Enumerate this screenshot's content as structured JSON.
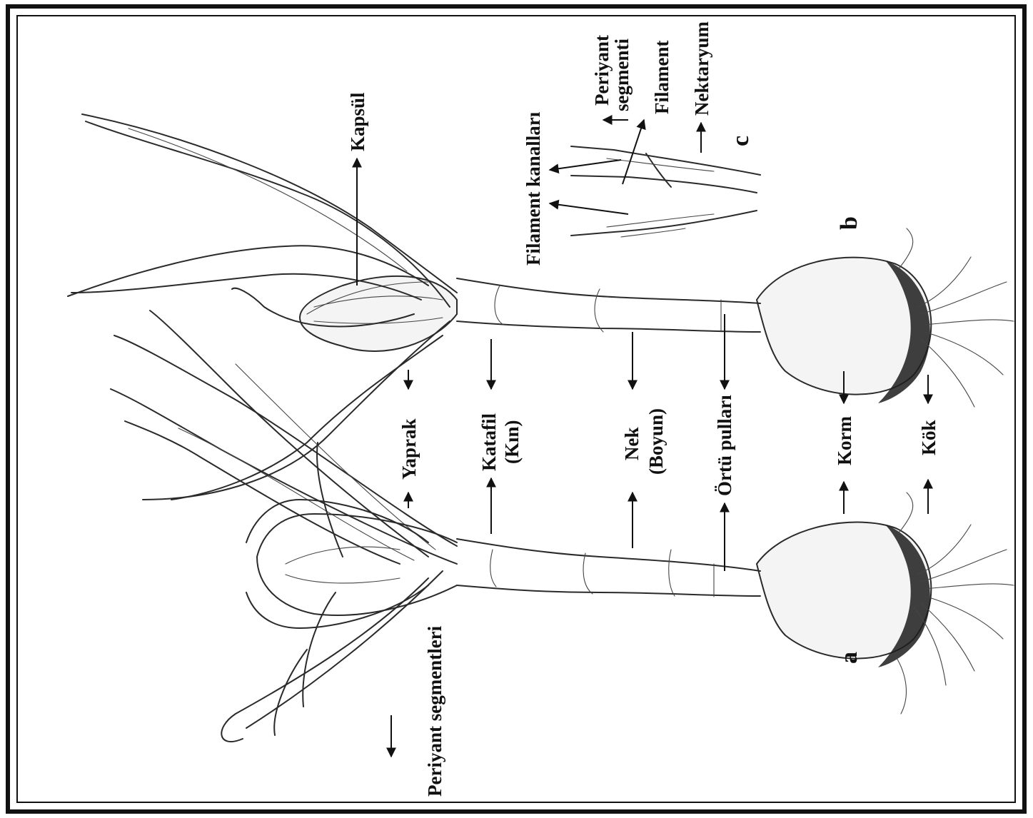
{
  "figure": {
    "panel_labels": {
      "a": "a",
      "b": "b",
      "c": "c"
    },
    "labels": {
      "periyant_segmentleri": "Periyant segmentleri",
      "yaprak": "Yaprak",
      "katafil_line1": "Katafil",
      "katafil_line2": "(Kın)",
      "nek_line1": "Nek",
      "nek_line2": "(Boyun)",
      "ortu_pullari": "Örtü pulları",
      "korm": "Korm",
      "kok": "Kök",
      "kapsul": "Kapsül",
      "filament_kanallari": "Filament kanalları",
      "periyant_segmenti_line1": "Periyant",
      "periyant_segmenti_line2": "segmenti",
      "filament": "Filament",
      "nektaryum": "Nektaryum"
    }
  }
}
